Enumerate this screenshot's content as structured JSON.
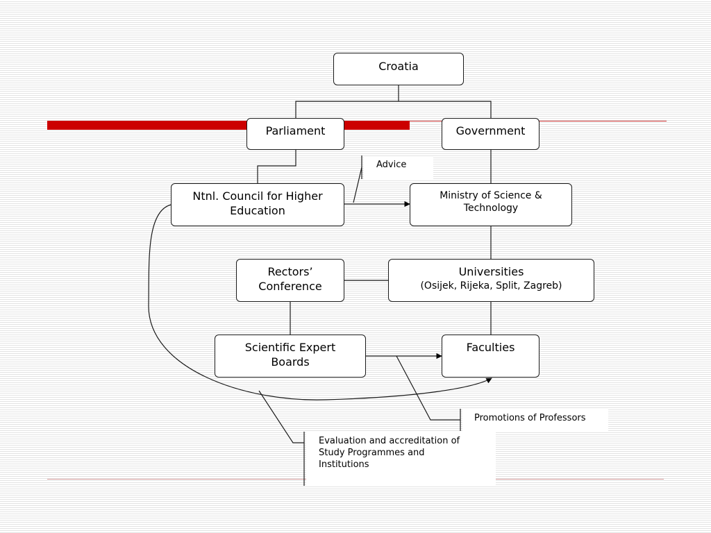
{
  "diagram": {
    "nodes": {
      "croatia": "Croatia",
      "parliament": "Parliament",
      "government": "Government",
      "council_line1": "Ntnl. Council for Higher",
      "council_line2": "Education",
      "ministry_line1": "Ministry of Science &",
      "ministry_line2": "Technology",
      "rectors_line1": "Rectors’",
      "rectors_line2": "Conference",
      "universities": "Universities",
      "universities_sub": "(Osijek, Rijeka, Split, Zagreb)",
      "boards_line1": "Scientific Expert",
      "boards_line2": "Boards",
      "faculties": "Faculties"
    },
    "callouts": {
      "advice": "Advice",
      "promotions": "Promotions of Professors",
      "evaluation_line1": "Evaluation and accreditation of",
      "evaluation_line2": "Study Programmes and",
      "evaluation_line3": "Institutions"
    }
  },
  "colors": {
    "accent_bar": "#cc0000",
    "rule_line": "#d9a0a0",
    "stroke": "#1a1a1a"
  }
}
